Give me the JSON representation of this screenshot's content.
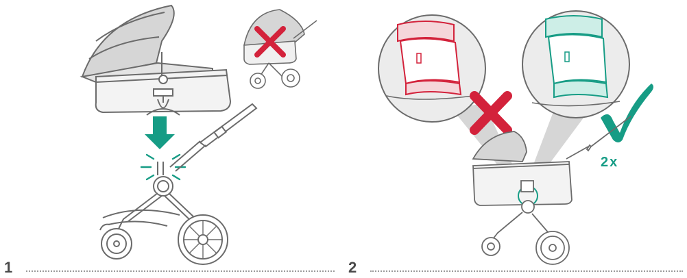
{
  "steps": [
    {
      "number": "1"
    },
    {
      "number": "2",
      "repeat_label": "2x"
    }
  ],
  "colors": {
    "line": "#6b6b6b",
    "fabric": "#d6d6d6",
    "fabric_dark": "#b9b9b9",
    "accent_green": "#169c85",
    "wrong_red": "#d3223b",
    "number": "#4a4a4a"
  },
  "icons": [
    "down-arrow-icon",
    "click-burst-icon",
    "wrong-cross-icon",
    "correct-check-icon"
  ]
}
